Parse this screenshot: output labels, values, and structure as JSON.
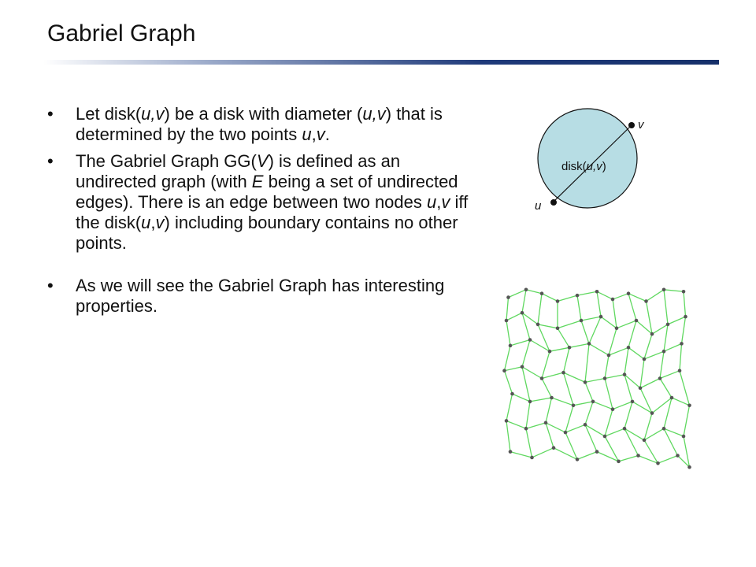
{
  "title": "Gabriel Graph",
  "colors": {
    "title_rule_gradient": [
      "#ffffff",
      "#9aa9c9",
      "#1f3a7a",
      "#16306a"
    ],
    "disk_fill": "#b7dde4",
    "edge_color": "#5fd85f",
    "node_color": "#555555"
  },
  "bullets": [
    {
      "segments": [
        {
          "t": "Let disk("
        },
        {
          "t": "u,v",
          "i": true
        },
        {
          "t": ") be a disk with diameter ("
        },
        {
          "t": "u,v",
          "i": true
        },
        {
          "t": ") that is determined by the two points "
        },
        {
          "t": "u",
          "i": true
        },
        {
          "t": ","
        },
        {
          "t": "v",
          "i": true
        },
        {
          "t": "."
        }
      ]
    },
    {
      "segments": [
        {
          "t": "The Gabriel Graph GG("
        },
        {
          "t": "V",
          "i": true
        },
        {
          "t": ") is defined as an undirected graph (with "
        },
        {
          "t": "E",
          "i": true
        },
        {
          "t": " being a set of undirected edges). There is an edge between two nodes "
        },
        {
          "t": "u",
          "i": true
        },
        {
          "t": ","
        },
        {
          "t": "v",
          "i": true
        },
        {
          "t": " iff the disk("
        },
        {
          "t": "u",
          "i": true
        },
        {
          "t": ","
        },
        {
          "t": "v",
          "i": true
        },
        {
          "t": ") including boundary contains no other points."
        }
      ]
    },
    {
      "gap": true,
      "segments": [
        {
          "t": "As we will see the Gabriel Graph has interesting properties."
        }
      ]
    }
  ],
  "disk_figure": {
    "label_prefix": "disk(",
    "label_args": "u,v",
    "label_suffix": ")",
    "point_u": "u",
    "point_v": "v"
  },
  "gabriel_graph": {
    "nodes": [
      [
        0.05,
        0.08
      ],
      [
        0.14,
        0.04
      ],
      [
        0.22,
        0.06
      ],
      [
        0.3,
        0.1
      ],
      [
        0.4,
        0.07
      ],
      [
        0.5,
        0.05
      ],
      [
        0.58,
        0.09
      ],
      [
        0.66,
        0.06
      ],
      [
        0.75,
        0.1
      ],
      [
        0.84,
        0.04
      ],
      [
        0.94,
        0.05
      ],
      [
        0.04,
        0.2
      ],
      [
        0.12,
        0.16
      ],
      [
        0.2,
        0.22
      ],
      [
        0.3,
        0.24
      ],
      [
        0.42,
        0.2
      ],
      [
        0.52,
        0.18
      ],
      [
        0.6,
        0.24
      ],
      [
        0.7,
        0.2
      ],
      [
        0.78,
        0.27
      ],
      [
        0.86,
        0.22
      ],
      [
        0.95,
        0.18
      ],
      [
        0.06,
        0.33
      ],
      [
        0.16,
        0.3
      ],
      [
        0.26,
        0.36
      ],
      [
        0.36,
        0.34
      ],
      [
        0.46,
        0.32
      ],
      [
        0.56,
        0.38
      ],
      [
        0.66,
        0.34
      ],
      [
        0.74,
        0.4
      ],
      [
        0.84,
        0.36
      ],
      [
        0.93,
        0.32
      ],
      [
        0.03,
        0.46
      ],
      [
        0.12,
        0.44
      ],
      [
        0.22,
        0.5
      ],
      [
        0.33,
        0.47
      ],
      [
        0.44,
        0.52
      ],
      [
        0.54,
        0.5
      ],
      [
        0.64,
        0.48
      ],
      [
        0.72,
        0.55
      ],
      [
        0.82,
        0.5
      ],
      [
        0.92,
        0.46
      ],
      [
        0.07,
        0.58
      ],
      [
        0.16,
        0.62
      ],
      [
        0.27,
        0.6
      ],
      [
        0.38,
        0.64
      ],
      [
        0.48,
        0.62
      ],
      [
        0.58,
        0.66
      ],
      [
        0.68,
        0.62
      ],
      [
        0.78,
        0.68
      ],
      [
        0.88,
        0.6
      ],
      [
        0.97,
        0.64
      ],
      [
        0.04,
        0.72
      ],
      [
        0.14,
        0.76
      ],
      [
        0.24,
        0.73
      ],
      [
        0.34,
        0.78
      ],
      [
        0.44,
        0.74
      ],
      [
        0.54,
        0.8
      ],
      [
        0.64,
        0.76
      ],
      [
        0.74,
        0.82
      ],
      [
        0.84,
        0.76
      ],
      [
        0.94,
        0.8
      ],
      [
        0.06,
        0.88
      ],
      [
        0.17,
        0.91
      ],
      [
        0.28,
        0.86
      ],
      [
        0.4,
        0.92
      ],
      [
        0.5,
        0.88
      ],
      [
        0.61,
        0.93
      ],
      [
        0.71,
        0.9
      ],
      [
        0.81,
        0.94
      ],
      [
        0.91,
        0.9
      ],
      [
        0.97,
        0.96
      ]
    ],
    "edges": [
      [
        0,
        1
      ],
      [
        1,
        2
      ],
      [
        2,
        3
      ],
      [
        3,
        4
      ],
      [
        4,
        5
      ],
      [
        5,
        6
      ],
      [
        6,
        7
      ],
      [
        7,
        8
      ],
      [
        8,
        9
      ],
      [
        9,
        10
      ],
      [
        0,
        11
      ],
      [
        1,
        12
      ],
      [
        2,
        13
      ],
      [
        3,
        14
      ],
      [
        4,
        15
      ],
      [
        5,
        16
      ],
      [
        6,
        17
      ],
      [
        7,
        18
      ],
      [
        8,
        19
      ],
      [
        9,
        20
      ],
      [
        10,
        21
      ],
      [
        11,
        12
      ],
      [
        12,
        13
      ],
      [
        13,
        14
      ],
      [
        14,
        15
      ],
      [
        15,
        16
      ],
      [
        16,
        17
      ],
      [
        17,
        18
      ],
      [
        18,
        19
      ],
      [
        19,
        20
      ],
      [
        20,
        21
      ],
      [
        11,
        22
      ],
      [
        12,
        23
      ],
      [
        13,
        24
      ],
      [
        14,
        25
      ],
      [
        15,
        26
      ],
      [
        16,
        26
      ],
      [
        17,
        27
      ],
      [
        18,
        28
      ],
      [
        19,
        29
      ],
      [
        20,
        30
      ],
      [
        21,
        31
      ],
      [
        22,
        23
      ],
      [
        23,
        24
      ],
      [
        24,
        25
      ],
      [
        25,
        26
      ],
      [
        26,
        27
      ],
      [
        27,
        28
      ],
      [
        28,
        29
      ],
      [
        29,
        30
      ],
      [
        30,
        31
      ],
      [
        22,
        32
      ],
      [
        23,
        33
      ],
      [
        24,
        34
      ],
      [
        25,
        35
      ],
      [
        26,
        36
      ],
      [
        27,
        37
      ],
      [
        28,
        38
      ],
      [
        29,
        39
      ],
      [
        30,
        40
      ],
      [
        31,
        41
      ],
      [
        32,
        33
      ],
      [
        33,
        34
      ],
      [
        34,
        35
      ],
      [
        35,
        36
      ],
      [
        36,
        37
      ],
      [
        37,
        38
      ],
      [
        38,
        39
      ],
      [
        39,
        40
      ],
      [
        40,
        41
      ],
      [
        32,
        42
      ],
      [
        33,
        43
      ],
      [
        34,
        44
      ],
      [
        35,
        45
      ],
      [
        36,
        46
      ],
      [
        37,
        47
      ],
      [
        38,
        48
      ],
      [
        39,
        49
      ],
      [
        40,
        50
      ],
      [
        41,
        51
      ],
      [
        42,
        43
      ],
      [
        43,
        44
      ],
      [
        44,
        45
      ],
      [
        45,
        46
      ],
      [
        46,
        47
      ],
      [
        47,
        48
      ],
      [
        48,
        49
      ],
      [
        49,
        50
      ],
      [
        50,
        51
      ],
      [
        42,
        52
      ],
      [
        43,
        53
      ],
      [
        44,
        54
      ],
      [
        45,
        55
      ],
      [
        46,
        56
      ],
      [
        47,
        57
      ],
      [
        48,
        58
      ],
      [
        49,
        59
      ],
      [
        50,
        60
      ],
      [
        51,
        61
      ],
      [
        52,
        53
      ],
      [
        53,
        54
      ],
      [
        54,
        55
      ],
      [
        55,
        56
      ],
      [
        56,
        57
      ],
      [
        57,
        58
      ],
      [
        58,
        59
      ],
      [
        59,
        60
      ],
      [
        60,
        61
      ],
      [
        52,
        62
      ],
      [
        53,
        63
      ],
      [
        54,
        64
      ],
      [
        55,
        65
      ],
      [
        56,
        66
      ],
      [
        57,
        67
      ],
      [
        58,
        68
      ],
      [
        59,
        69
      ],
      [
        60,
        70
      ],
      [
        61,
        71
      ],
      [
        62,
        63
      ],
      [
        63,
        64
      ],
      [
        64,
        65
      ],
      [
        65,
        66
      ],
      [
        66,
        67
      ],
      [
        67,
        68
      ],
      [
        68,
        69
      ],
      [
        69,
        70
      ],
      [
        70,
        71
      ]
    ]
  }
}
